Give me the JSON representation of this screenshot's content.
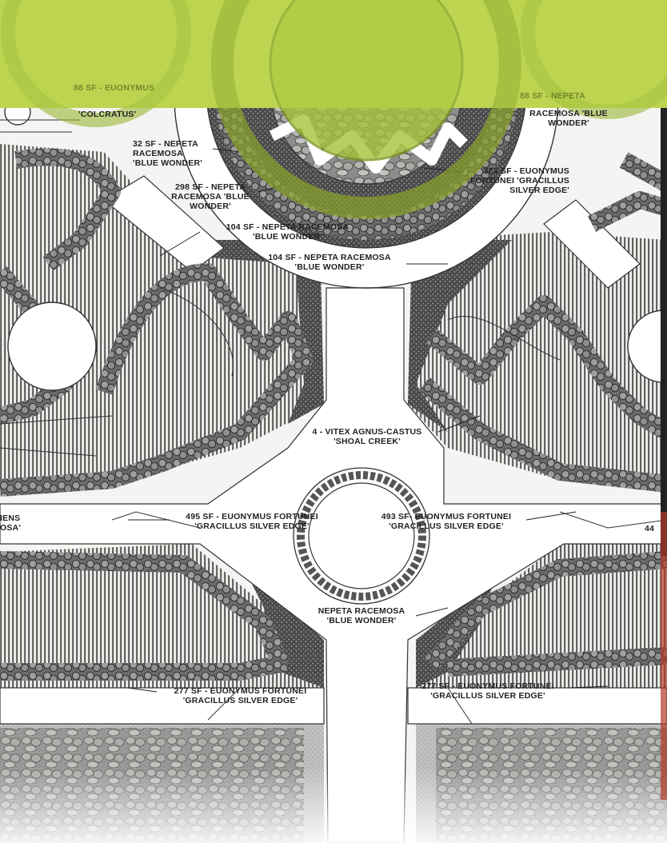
{
  "palette": {
    "banner": "#b8d24a",
    "paper": "#f4f4f2",
    "hatch": "#3a3a3a",
    "ink": "#222222",
    "pavement": "#ffffff"
  },
  "banner_labels": {
    "left": "88 SF - EUONYMUS",
    "right": "88 SF - NEPETA"
  },
  "labels": {
    "colcratus": "'COLCRATUS'",
    "l1": "32 SF - NEPETA\nRACEMOSA\n'BLUE WONDER'",
    "l2": "298 SF - NEPETA\nRACEMOSA 'BLUE\nWONDER'",
    "l3": "104 SF - NEPETA RACEMOSA\n'BLUE WONDER'",
    "l4": "104 SF - NEPETA RACEMOSA\n'BLUE WONDER'",
    "racemosa_top_right": "RACEMOSA 'BLUE\nWONDER'",
    "l5": "385 SF - EUONYMUS\nFORTUNEI 'GRACILLUS\nSILVER EDGE'",
    "vitex": "4 - VITEX AGNUS-CASTUS\n'SHOAL CREEK'",
    "l6": "495 SF - EUONYMUS FORTUNEI\n'GRACILLUS SILVER EDGE'",
    "l7": "493 SF- EUONYMUS FORTUNEI\n'GRACILLUS SILVER EDGE'",
    "edge_left": "IENS\nOSA'",
    "edge_right": "44",
    "nepeta_center": "NEPETA RACEMOSA\n'BLUE WONDER'",
    "l8": "277 SF - EUONYMUS FORTUNEI\n'GRACILLUS SILVER EDGE'",
    "l9": "277 SF - EUONYMUS FORTUNEI\n'GRACILLUS SILVER EDGE'"
  }
}
